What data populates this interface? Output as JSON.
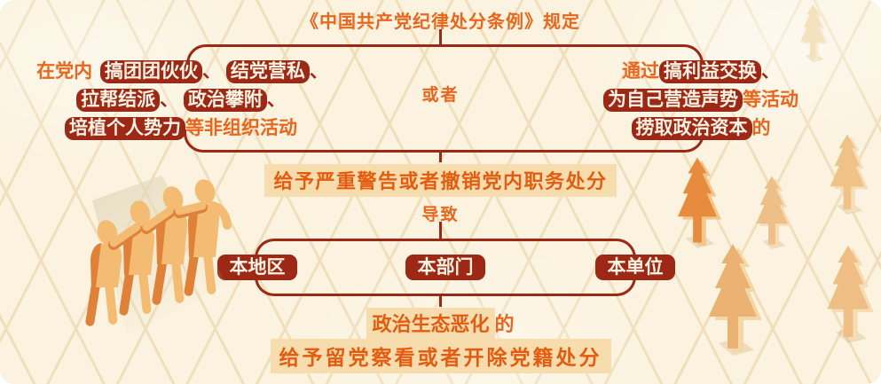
{
  "colors": {
    "bg": "#FBF3DF",
    "grid": "#F0DFBC",
    "dark-red": "#9C2815",
    "orange": "#EA661C",
    "band-bg": "#F7DCAE",
    "band-text": "#E45C10",
    "box-text": "#FCF3E2"
  },
  "diagram": {
    "title": "《中国共产党纪律处分条例》规定",
    "comma": "、",
    "left": {
      "prefix": "在党内",
      "tags": [
        "搞团团伙伙",
        "结党营私",
        "拉帮结派",
        "政治攀附",
        "培植个人势力"
      ],
      "suffix": "等非组织活动"
    },
    "or_label": "或者",
    "right": {
      "prefix": "通过",
      "tags": [
        "搞利益交换",
        "为自己营造声势",
        "捞取政治资本"
      ],
      "mid": "等活动",
      "suffix": "的"
    },
    "penalty1": "给予严重警告或者撤销党内职务处分",
    "leads_to": "导致",
    "scopes": [
      "本地区",
      "本部门",
      "本单位"
    ],
    "result_highlight": "政治生态恶化",
    "result_suffix": "的",
    "penalty2": "给予留党察看或者开除党籍处分"
  },
  "decor": {
    "illustrations": [
      "four-people-arm-in-arm",
      "isometric-pine-trees"
    ]
  }
}
